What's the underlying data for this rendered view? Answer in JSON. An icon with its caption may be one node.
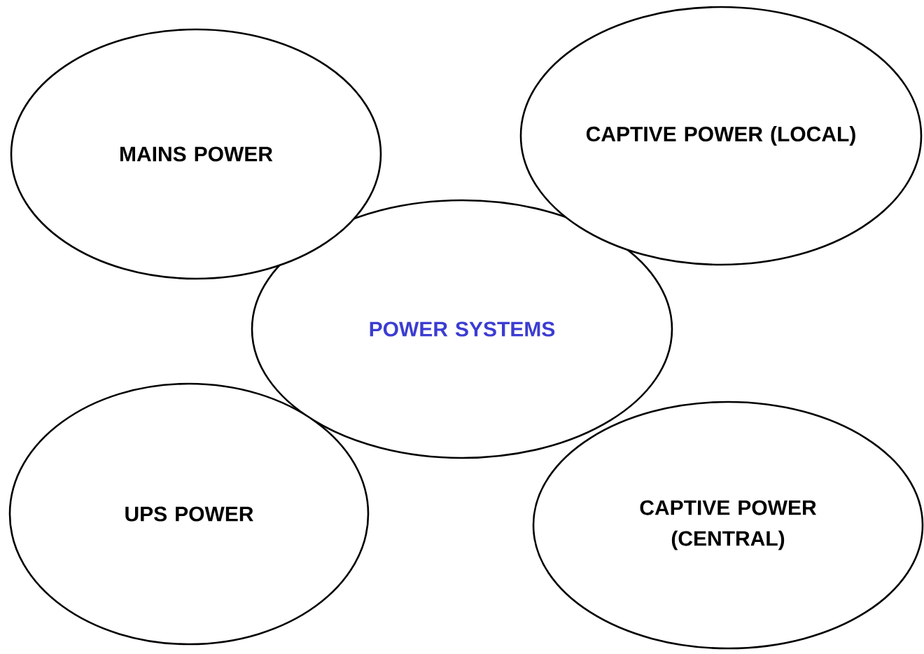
{
  "diagram": {
    "nodes": [
      {
        "text": [
          "MAINS POWER"
        ]
      },
      {
        "text": [
          "CAPTIVE POWER (LOCAL)"
        ]
      },
      {
        "text": [
          "POWER SYSTEMS"
        ]
      },
      {
        "text": [
          "UPS POWER"
        ]
      },
      {
        "text": [
          "CAPTIVE POWER (CENTRAL)"
        ]
      }
    ]
  }
}
